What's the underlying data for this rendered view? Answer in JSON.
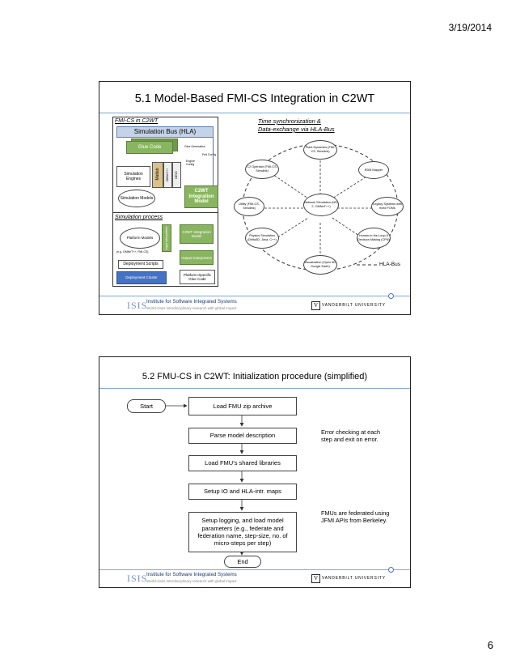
{
  "page": {
    "date": "3/19/2014",
    "page_number": "6"
  },
  "footer": {
    "isis_logo": "ISIS",
    "isis_name": "Institute for Software Integrated Systems",
    "isis_tagline": "World-class interdisciplinary research with global impact",
    "vu_letter": "V",
    "vu_name": "VANDERBILT UNIVERSITY"
  },
  "slide1": {
    "title": "5.1 Model-Based FMI-CS Integration in C2WT",
    "left": {
      "section_label": "FMI-CS in C2WT",
      "bus": "Simulation Bus (HLA)",
      "glue_code": "Glue Code",
      "glue_generation": "Glue Generation",
      "fed_config": "Fed Config",
      "engine_config": "Engine Config",
      "sim_engines": "Simulation Engines",
      "matlab": "Matlab",
      "engines_extra": [
        "OMNeT++",
        "DEVS"
      ],
      "sim_models": "Simulation Models",
      "c2wt_model": "C2WT Integration Model",
      "process_label": "Simulation process",
      "platform_models": "Platform Models",
      "models_example": "(e.g. OMNeT++, FMI-CS)",
      "input_interpreters": "Input Interpreters",
      "c2wt_model_2": "C2WT Integration Model",
      "output_interpreters": "Output Interpreters",
      "deployment_scripts": "Deployment Scripts",
      "deployment_cluster": "Deployment Cluster",
      "platform_glue": "Platform-Specific Glue Code"
    },
    "right": {
      "label_line1": "Time synchronization &",
      "label_line2": "Data-exchange via HLA-Bus",
      "nodes": [
        "Plant Dynamics (FMI-CS, Simulink)",
        "C2 Operator (FMI-CS, Simulink)",
        "RDM Mapper",
        "Utility (FMI-CS, Simulink)",
        "Network Simulation (NS-2, OMNeT++)",
        "Legacy Systems with fixed FOMs",
        "Physics Simulation (Delta3D, Java, C++)",
        "Human-in-the-Loop & Decision Making (CPN)",
        "Visualization (Open 3D, Google Earth)"
      ],
      "legend": "HLA-Bus"
    }
  },
  "slide2": {
    "title": "5.2 FMU-CS in C2WT: Initialization procedure (simplified)",
    "start": "Start",
    "end": "End",
    "steps": [
      "Load FMU zip archive",
      "Parse model description",
      "Load FMU’s shared libraries",
      "Setup IO and HLA-intr. maps",
      "Setup logging, and load model parameters (e.g., federate and federation name, step-size, no. of micro-steps per step)"
    ],
    "note1": "Error checking at each step and exit on error.",
    "note2": "FMUs are federated using JFMI APIs from Berkeley."
  }
}
